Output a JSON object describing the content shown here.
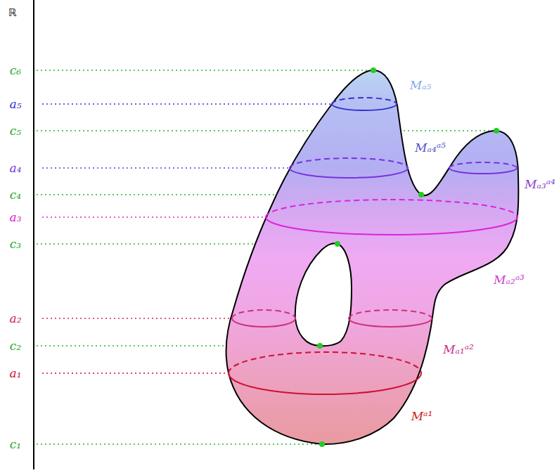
{
  "diagram": {
    "labels": [
      "ℝ",
      "c₆",
      "a₅",
      "c₅",
      "a₄",
      "c₄",
      "a₃",
      "c₃",
      "a₂",
      "c₂",
      "a₁",
      "c₁",
      "Mₐ₅",
      "Mₐ₄ᵃ⁵",
      "Mₐ₃ᵃ⁴",
      "Mₐ₂ᵃ³",
      "Mₐ₁ᵃ²",
      "Mᵃ¹"
    ]
  }
}
